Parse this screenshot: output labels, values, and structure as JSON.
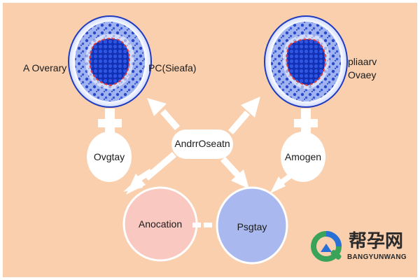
{
  "labels": {
    "left_ovary": "A Overary",
    "pcos": "PC​(Sieafa)",
    "right_ovary_1": "pliaarv",
    "right_ovary_2": "Ovaey",
    "center_box": "AndrrOseatn",
    "left_small": "Ovgtay",
    "right_small": "Amogen",
    "bottom_left": "Anocation",
    "bottom_right": "Psgtay"
  },
  "logo": {
    "cn": "帮孕网",
    "en": "BANGYUNWANG"
  },
  "colors": {
    "background": "#f9cfae",
    "cell_blue": "#2f4fd6",
    "bottom_left_fill": "#f9c9c1",
    "bottom_right_fill": "#a9b9ef",
    "logo_green": "#3aa35a",
    "logo_blue": "#2a6fd6"
  }
}
